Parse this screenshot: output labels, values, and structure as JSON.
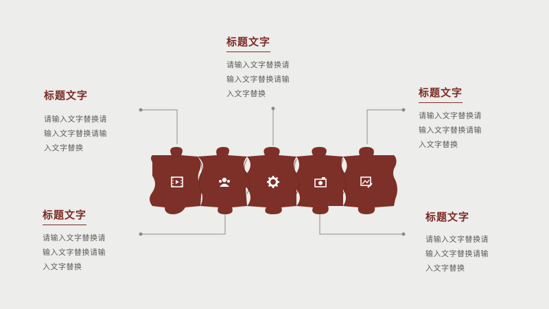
{
  "colors": {
    "accent": "#7a2a22",
    "piece": "#7c3028",
    "line": "#8a8a8a",
    "background": "#ededeb"
  },
  "blocks": [
    {
      "title": "标题文字",
      "text": "请输入文字替换请\n输入文字替换请输\n入文字替换"
    },
    {
      "title": "标题文字",
      "text": "请输入文字替换请\n输入文字替换请输\n入文字替换"
    },
    {
      "title": "标题文字",
      "text": "请输入文字替换请\n输入文字替换请输\n入文字替换"
    },
    {
      "title": "标题文字",
      "text": "请输入文字替换请\n输入文字替换请输\n入文字替换"
    },
    {
      "title": "标题文字",
      "text": "请输入文字替换请\n输入文字替换请输\n入文字替换"
    }
  ],
  "icons": [
    "video-frame-icon",
    "users-icon",
    "gear-icon",
    "camera-icon",
    "image-edit-icon"
  ]
}
